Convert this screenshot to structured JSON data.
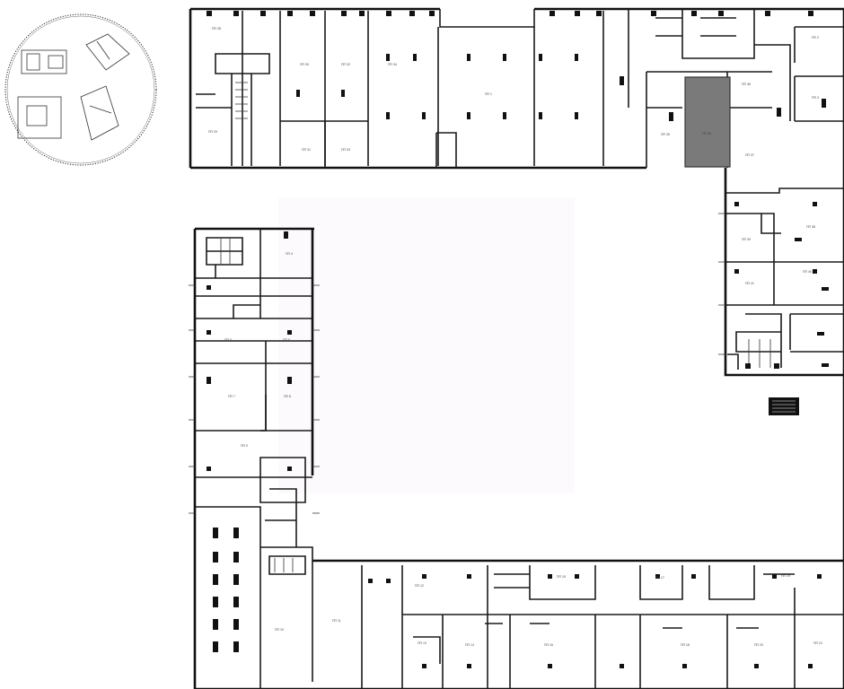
{
  "plan": {
    "highlight_color": "#7a7a7a",
    "background_color": "#ffffff",
    "courtyard_tint": "#fdfafd"
  },
  "rooms_top": [
    {
      "id": "r1",
      "label": "ПП 28"
    },
    {
      "id": "r2",
      "label": "ПП 29"
    },
    {
      "id": "r3",
      "label": "ПП 30"
    },
    {
      "id": "r4",
      "label": "ПП 31"
    },
    {
      "id": "r5",
      "label": "ПП 32"
    },
    {
      "id": "r6",
      "label": "ПП 33"
    },
    {
      "id": "r7",
      "label": "ПП 34"
    },
    {
      "id": "r8",
      "label": "ПП 1"
    },
    {
      "id": "r9",
      "label": "ПП 35"
    },
    {
      "id": "r10",
      "label": "ПП 36"
    },
    {
      "id": "r11",
      "label": "ПП 37"
    },
    {
      "id": "r12",
      "label": "ПП 2"
    },
    {
      "id": "r13",
      "label": "ПП 3"
    }
  ],
  "rooms_right": [
    {
      "id": "r14",
      "label": "ПП 38"
    },
    {
      "id": "r15",
      "label": "ПП 39"
    },
    {
      "id": "r16",
      "label": "ПП 40"
    },
    {
      "id": "r17",
      "label": "ПП 41"
    }
  ],
  "rooms_left": [
    {
      "id": "r18",
      "label": "ПП 4"
    },
    {
      "id": "r19",
      "label": "ПП 5"
    },
    {
      "id": "r20",
      "label": "ПП 6"
    },
    {
      "id": "r21",
      "label": "ПП 7"
    },
    {
      "id": "r22",
      "label": "ПП 8"
    },
    {
      "id": "r23",
      "label": "ПП 9"
    },
    {
      "id": "r24",
      "label": "ПП 10"
    }
  ],
  "rooms_bottom": [
    {
      "id": "r25",
      "label": "ПП 11"
    },
    {
      "id": "r26",
      "label": "ПП 12"
    },
    {
      "id": "r27",
      "label": "ПП 13"
    },
    {
      "id": "r28",
      "label": "ПП 14"
    },
    {
      "id": "r29",
      "label": "ПП 15"
    },
    {
      "id": "r30",
      "label": "ПП 16"
    },
    {
      "id": "r31",
      "label": "ПП 17"
    },
    {
      "id": "r32",
      "label": "ПП 18"
    },
    {
      "id": "r33",
      "label": "ПП 19"
    },
    {
      "id": "r34",
      "label": "ПП 20"
    },
    {
      "id": "r35",
      "label": "ПП 21"
    }
  ]
}
